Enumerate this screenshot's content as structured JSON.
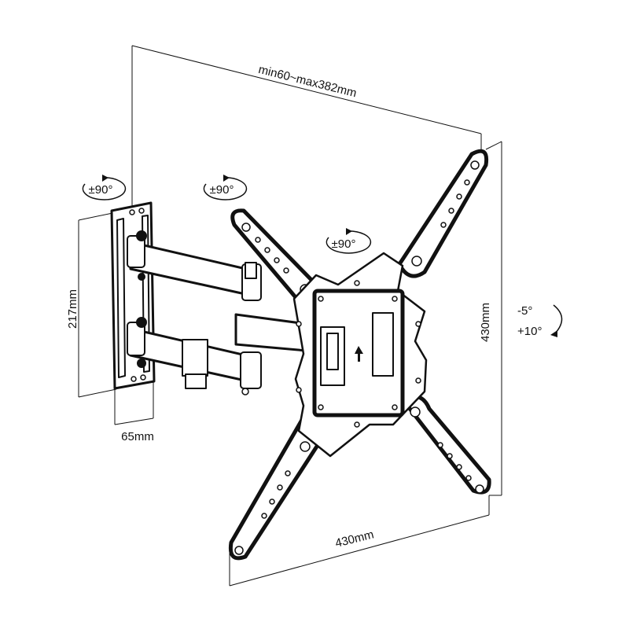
{
  "dimensions": {
    "extension": "min60~max382mm",
    "wall_plate_height": "217mm",
    "wall_plate_depth": "65mm",
    "mount_height": "430mm",
    "mount_width": "430mm"
  },
  "rotations": {
    "wall_swivel": "±90°",
    "arm_swivel": "±90°",
    "screen_rotation": "±90°"
  },
  "tilt": {
    "up": "-5°",
    "down": "+10°"
  },
  "colors": {
    "line": "#111111",
    "background": "#ffffff"
  },
  "icons": [
    "rotation-arrow-icon",
    "tilt-arrow-icon",
    "up-arrow-icon"
  ]
}
